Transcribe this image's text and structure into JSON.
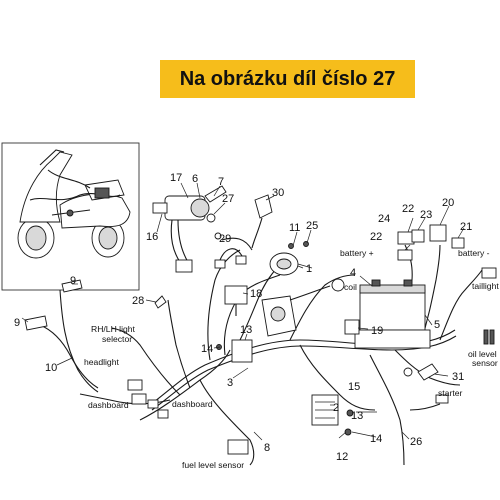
{
  "banner": {
    "text": "Na obrázku díl číslo 27",
    "color": "#f6bd1b"
  },
  "labels": {
    "battery_plus": "battery +",
    "battery_minus": "battery -",
    "taillight": "taillight",
    "coil": "coil",
    "selector_line1": "RH/LH light",
    "selector_line2": "selector",
    "headlight": "headlight",
    "dashboard_left": "dashboard",
    "dashboard_right": "dashboard",
    "oil_level_line1": "oil level",
    "oil_level_line2": "sensor",
    "starter": "starter",
    "fuel_level_sensor": "fuel level sensor"
  },
  "part_numbers": {
    "p1": "1",
    "p2": "2",
    "p3": "3",
    "p4": "4",
    "p5": "5",
    "p6": "6",
    "p7": "7",
    "p8": "8",
    "p9a": "9",
    "p9b": "9",
    "p10": "10",
    "p11": "11",
    "p12": "12",
    "p13a": "13",
    "p13b": "13",
    "p14a": "14",
    "p14b": "14",
    "p15": "15",
    "p16": "16",
    "p17": "17",
    "p18": "18",
    "p19": "19",
    "p20": "20",
    "p21": "21",
    "p22a": "22",
    "p22b": "22",
    "p23": "23",
    "p24": "24",
    "p25": "25",
    "p26": "26",
    "p27": "27",
    "p28": "28",
    "p29": "29",
    "p30": "30",
    "p31": "31"
  }
}
